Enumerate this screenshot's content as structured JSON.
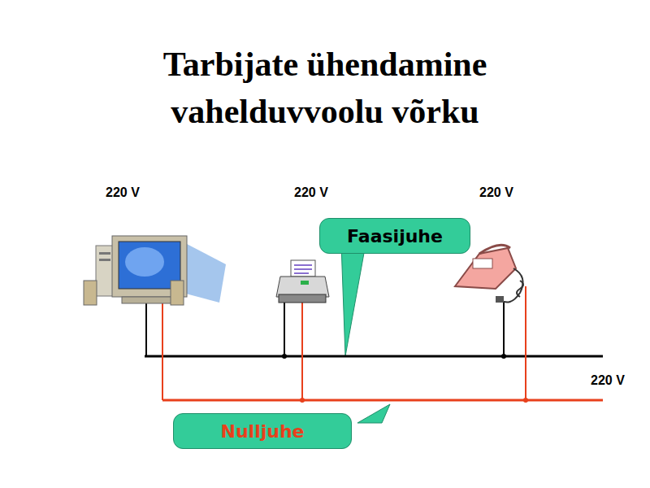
{
  "diagram": {
    "title": "Tarbijate ühendamine vahelduvvoolu võrku",
    "nodes": [
      {
        "text": [
          "Faasijuhe"
        ]
      },
      {
        "text": [
          "Nulljuhe"
        ]
      }
    ],
    "labels": [
      "220 V",
      "220 V",
      "220 V",
      "220 V"
    ]
  }
}
